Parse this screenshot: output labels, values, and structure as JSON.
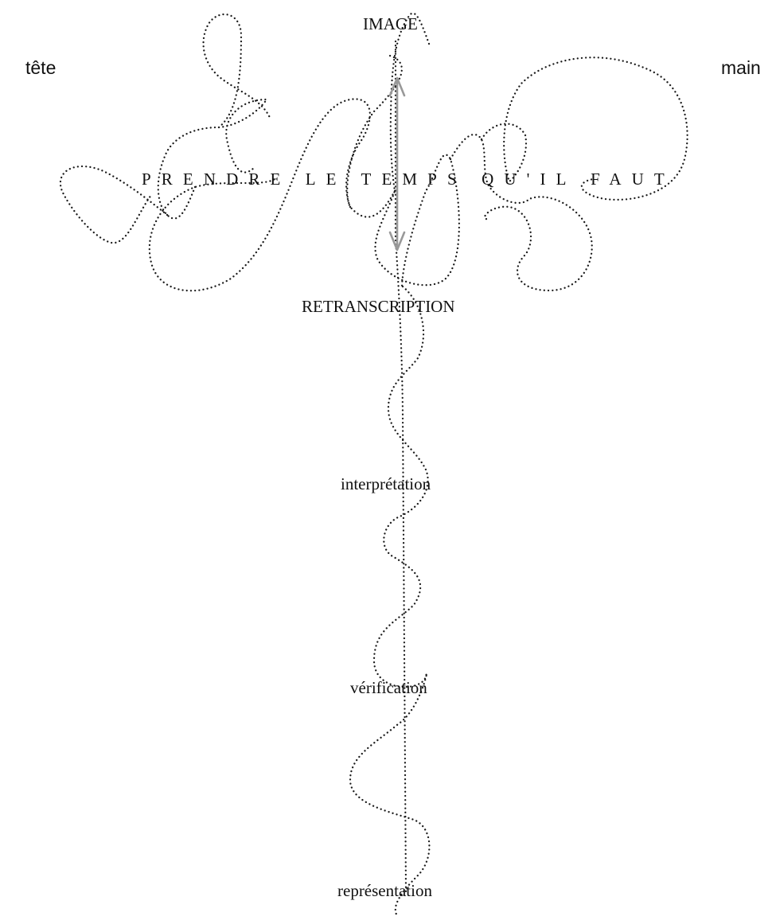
{
  "labels": {
    "left": "tête",
    "right": "main",
    "top": "IMAGE",
    "banner": "PRENDRE LE TEMPS QU'IL FAUT",
    "node_1": "RETRANSCRIPTION",
    "node_2": "interprétation",
    "node_3": "vérification",
    "node_4": "représentation"
  },
  "style": {
    "ink": "#1a1a1a",
    "arrow": "#999999",
    "background": "#ffffff"
  }
}
